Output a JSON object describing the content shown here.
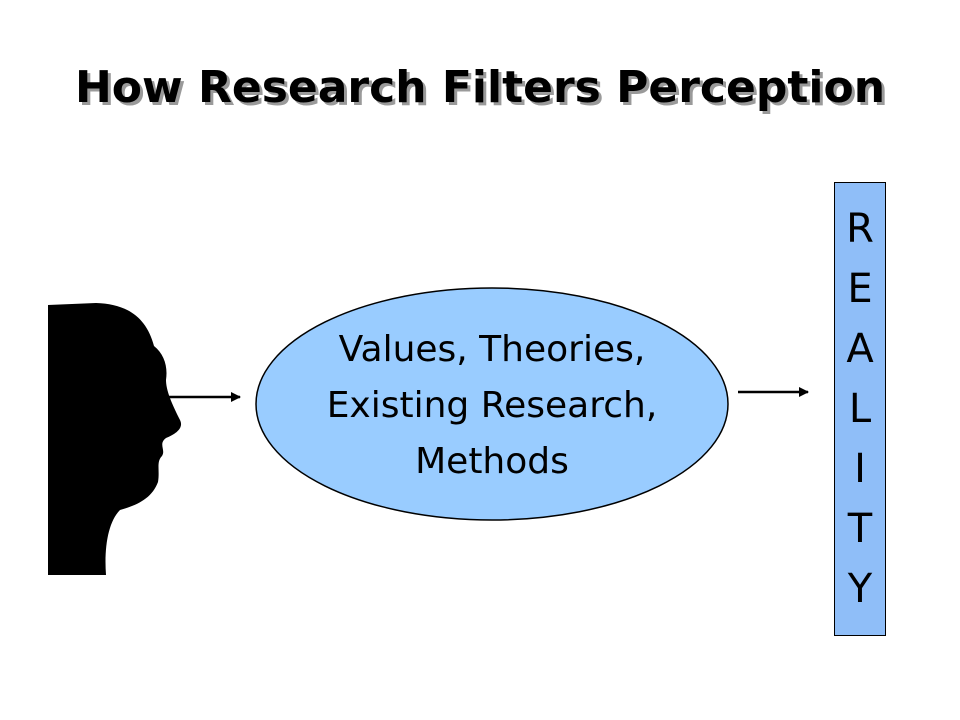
{
  "title": "How Research Filters Perception",
  "filter": {
    "lines": [
      "Values, Theories,",
      "Existing Research,",
      "Methods"
    ],
    "fill": "#99ccff"
  },
  "reality": {
    "letters": [
      "R",
      "E",
      "A",
      "L",
      "I",
      "T",
      "Y"
    ],
    "fill": "#8fbef8"
  },
  "icons": {
    "viewer": "head-silhouette-icon",
    "arrow_1": "arrow-right-icon",
    "arrow_2": "arrow-right-icon"
  }
}
